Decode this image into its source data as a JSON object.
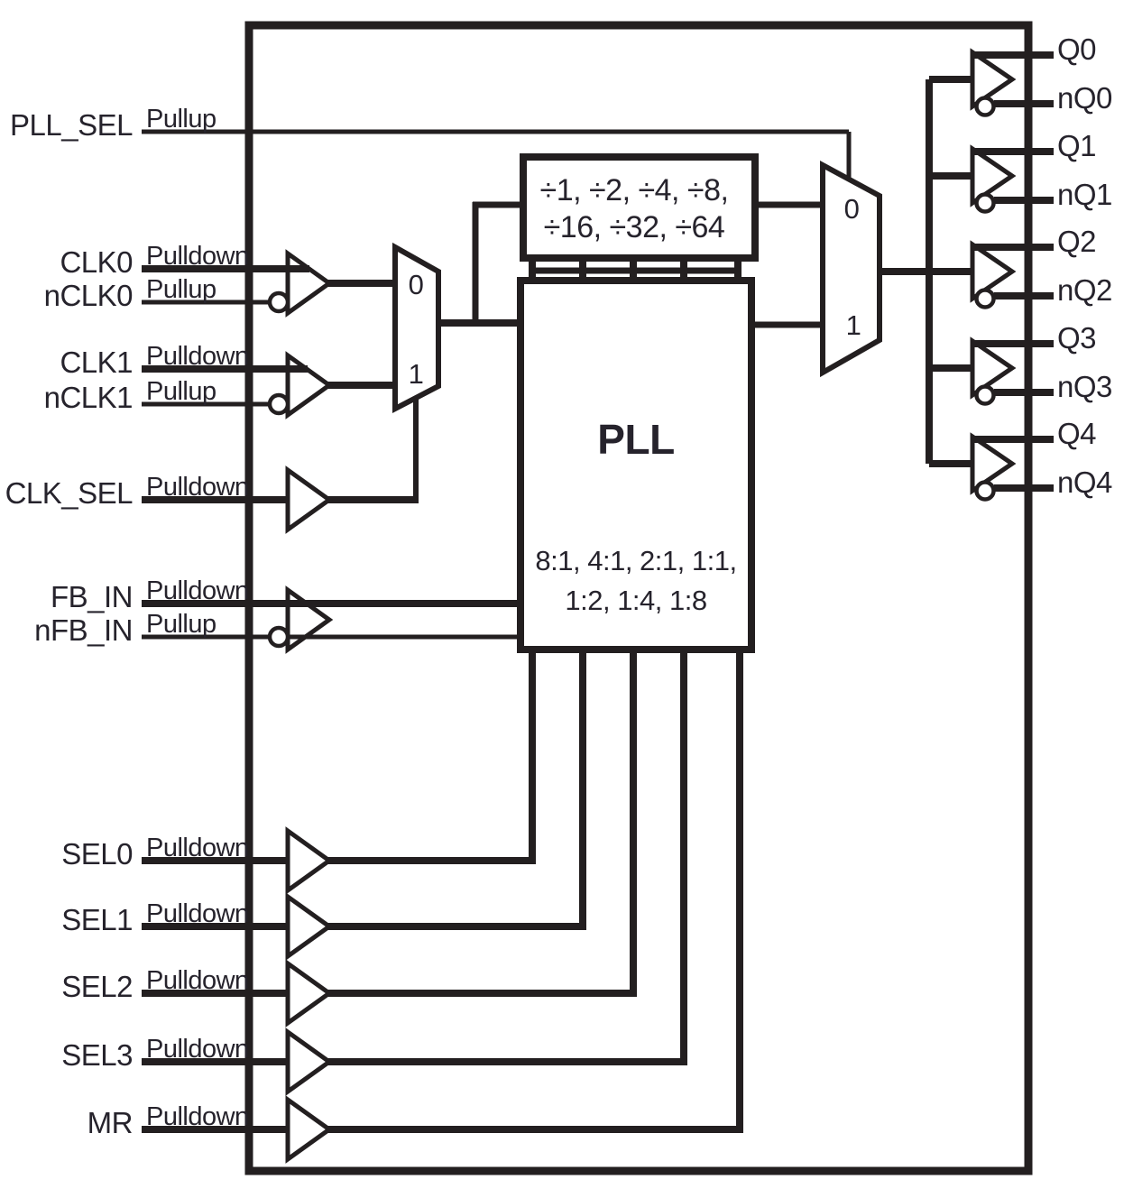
{
  "colors": {
    "line": "#231f20",
    "text": "#26232c",
    "background": "#ffffff"
  },
  "pins": [
    {
      "label": "PLL_SEL",
      "pull": "Pullup"
    },
    {
      "label": "CLK0",
      "pull": "Pulldown"
    },
    {
      "label": "nCLK0",
      "pull": "Pullup"
    },
    {
      "label": "CLK1",
      "pull": "Pulldown"
    },
    {
      "label": "nCLK1",
      "pull": "Pullup"
    },
    {
      "label": "CLK_SEL",
      "pull": "Pulldown"
    },
    {
      "label": "FB_IN",
      "pull": "Pulldown"
    },
    {
      "label": "nFB_IN",
      "pull": "Pullup"
    },
    {
      "label": "SEL0",
      "pull": "Pulldown"
    },
    {
      "label": "SEL1",
      "pull": "Pulldown"
    },
    {
      "label": "SEL2",
      "pull": "Pulldown"
    },
    {
      "label": "SEL3",
      "pull": "Pulldown"
    },
    {
      "label": "MR",
      "pull": "Pulldown"
    }
  ],
  "input_mux": {
    "in0": "0",
    "in1": "1"
  },
  "output_mux": {
    "in0": "0",
    "in1": "1"
  },
  "divider": {
    "line1": "÷1, ÷2, ÷4, ÷8,",
    "line2": "÷16, ÷32, ÷64"
  },
  "pll": {
    "name": "PLL",
    "ratio_line1": "8:1, 4:1, 2:1, 1:1,",
    "ratio_line2": "1:2, 1:4, 1:8"
  },
  "outputs": [
    "Q0",
    "nQ0",
    "Q1",
    "nQ1",
    "Q2",
    "nQ2",
    "Q3",
    "nQ3",
    "Q4",
    "nQ4"
  ]
}
